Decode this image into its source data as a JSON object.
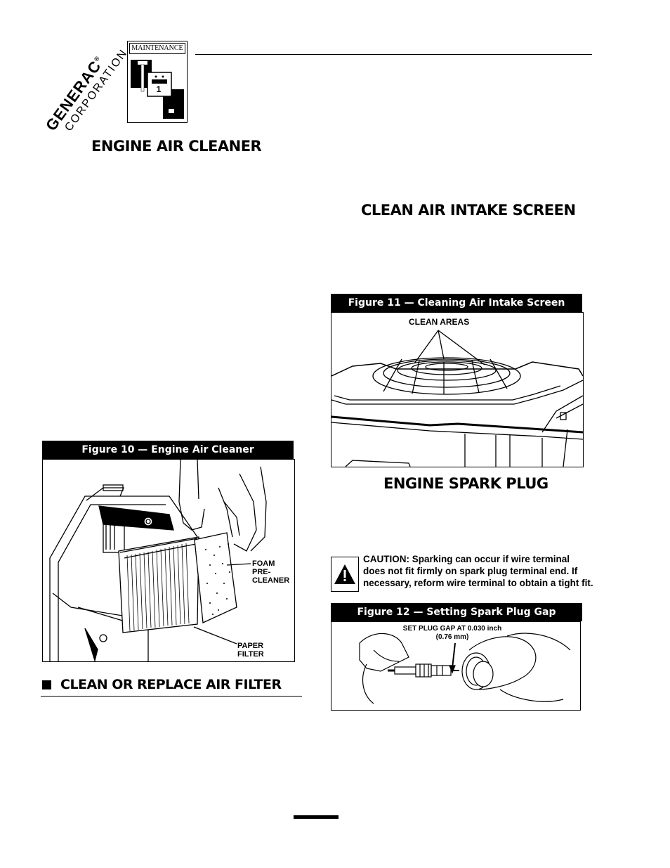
{
  "logo": {
    "brand": "GENERAC",
    "registered": "®",
    "sub": "CORPORATION"
  },
  "badge": {
    "label": "MAINTENANCE"
  },
  "sections": {
    "engine_air_cleaner": "ENGINE AIR CLEANER",
    "clean_air_intake_screen": "CLEAN AIR INTAKE SCREEN",
    "engine_spark_plug": "ENGINE SPARK PLUG",
    "clean_or_replace_air_filter": "CLEAN OR REPLACE AIR FILTER"
  },
  "figure10": {
    "caption": "Figure 10 — Engine Air Cleaner",
    "callouts": [
      "FOAM",
      "PRE-",
      "CLEANER"
    ],
    "callout_paper": [
      "PAPER",
      "FILTER"
    ]
  },
  "figure11": {
    "caption": "Figure 11 — Cleaning Air Intake Screen",
    "callout": "CLEAN AREAS"
  },
  "figure12": {
    "caption": "Figure 12 — Setting Spark Plug Gap",
    "gap_line1": "SET PLUG GAP AT 0.030 inch",
    "gap_line2": "(0.76 mm)"
  },
  "caution": {
    "line1": "CAUTION:  Sparking can occur if wire terminal",
    "line2": "does not fit firmly on spark plug terminal end. If",
    "line3": "necessary, reform wire terminal to obtain a tight fit."
  }
}
